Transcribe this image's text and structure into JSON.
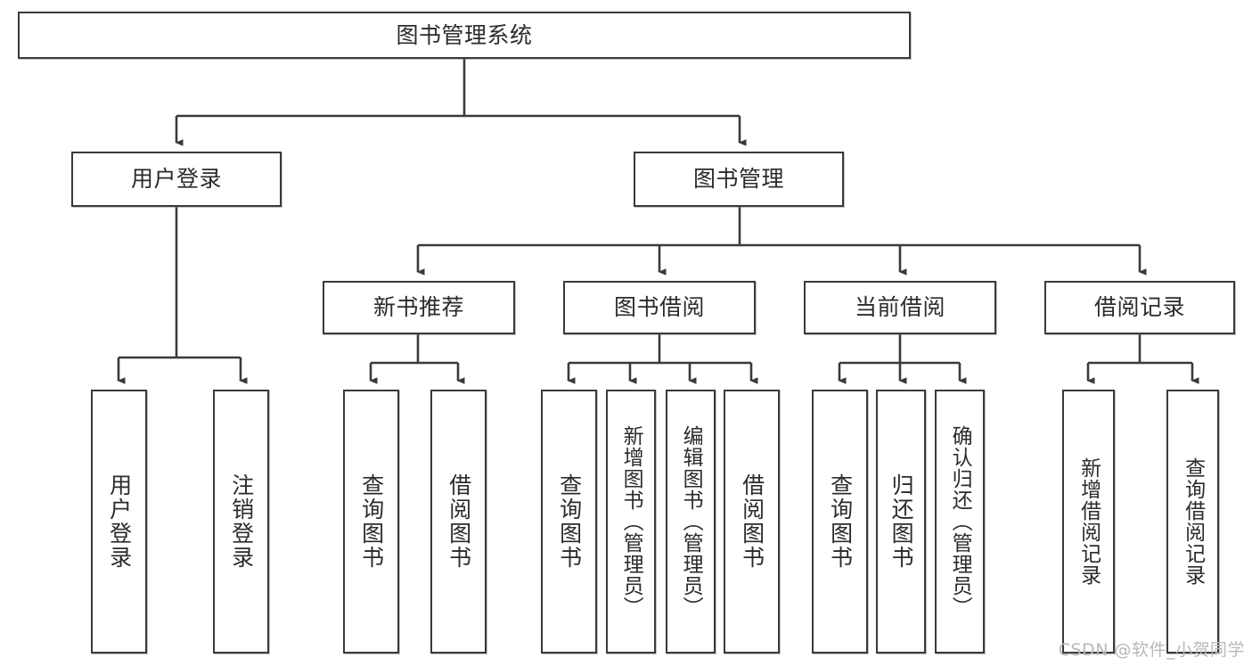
{
  "diagram": {
    "type": "tree-hierarchy",
    "title": "图书管理系统",
    "watermark": "CSDN @软件_小贺同学",
    "colors": {
      "box_border": "#3a3a3a",
      "box_fill": "#ffffff",
      "connector": "#3a3a3a",
      "text": "#2b2b2b",
      "watermark": "#b9b9b9",
      "background": "#ffffff"
    },
    "levels": {
      "root": {
        "label": "图书管理系统"
      },
      "level2": [
        {
          "id": "user-login",
          "label": "用户登录"
        },
        {
          "id": "book-manage",
          "label": "图书管理"
        }
      ],
      "level3": [
        {
          "id": "new-book-recommend",
          "label": "新书推荐"
        },
        {
          "id": "book-borrow",
          "label": "图书借阅"
        },
        {
          "id": "current-borrow",
          "label": "当前借阅"
        },
        {
          "id": "borrow-record",
          "label": "借阅记录"
        }
      ],
      "leaves": [
        {
          "id": "leaf-user-login",
          "label": "用户登录",
          "parent": "user-login"
        },
        {
          "id": "leaf-logout-login",
          "label": "注销登录",
          "parent": "user-login"
        },
        {
          "id": "leaf-query-book-1",
          "label": "查询图书",
          "parent": "new-book-recommend"
        },
        {
          "id": "leaf-borrow-book-1",
          "label": "借阅图书",
          "parent": "new-book-recommend"
        },
        {
          "id": "leaf-query-book-2",
          "label": "查询图书",
          "parent": "book-borrow"
        },
        {
          "id": "leaf-add-book",
          "label": "新增图书（管理员）",
          "parent": "book-borrow"
        },
        {
          "id": "leaf-edit-book",
          "label": "编辑图书（管理员）",
          "parent": "book-borrow"
        },
        {
          "id": "leaf-borrow-book-2",
          "label": "借阅图书",
          "parent": "book-borrow"
        },
        {
          "id": "leaf-query-book-3",
          "label": "查询图书",
          "parent": "current-borrow"
        },
        {
          "id": "leaf-return-book",
          "label": "归还图书",
          "parent": "current-borrow"
        },
        {
          "id": "leaf-confirm-return",
          "label": "确认归还（管理员）",
          "parent": "current-borrow"
        },
        {
          "id": "leaf-add-record",
          "label": "新增借阅记录",
          "parent": "borrow-record"
        },
        {
          "id": "leaf-query-record",
          "label": "查询借阅记录",
          "parent": "borrow-record"
        }
      ]
    }
  }
}
